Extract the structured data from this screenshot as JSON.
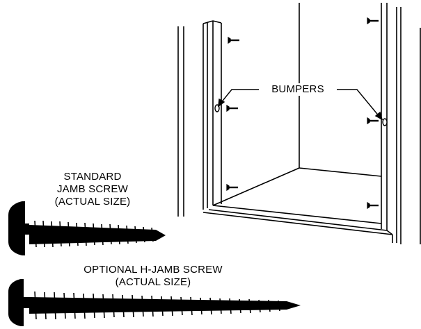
{
  "labels": {
    "bumpers": "BUMPERS",
    "standard_screw": [
      "STANDARD",
      "JAMB SCREW",
      "(ACTUAL SIZE)"
    ],
    "optional_screw": [
      "OPTIONAL H-JAMB SCREW",
      "(ACTUAL SIZE)"
    ]
  },
  "colors": {
    "ink": "#000000",
    "paper": "#ffffff"
  }
}
